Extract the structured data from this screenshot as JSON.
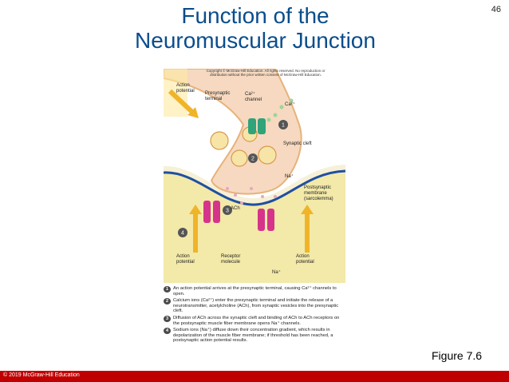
{
  "slide": {
    "title_line1": "Function of the",
    "title_line2": "Neuromuscular Junction",
    "number": "46",
    "figure_label": "Figure 7.6",
    "footer": "© 2019 McGraw-Hill Education"
  },
  "figure": {
    "copyright_line1": "Copyright © McGraw-Hill Education.  All rights reserved. No reproduction or",
    "copyright_line2": "distribution without the prior written consent of McGraw-Hill Education.",
    "labels": {
      "action_potential_top_1": "Action",
      "action_potential_top_2": "potential",
      "presynaptic_1": "Presynaptic",
      "presynaptic_2": "terminal",
      "ca_channel_1": "Ca²⁺",
      "ca_channel_2": "channel",
      "ca_ion": "Ca²⁺",
      "synaptic_cleft": "Synaptic cleft",
      "na_top": "Na⁺",
      "postsynaptic_1": "Postsynaptic",
      "postsynaptic_2": "membrane",
      "postsynaptic_3": "(sarcolemma)",
      "ach": "ACh",
      "action_left_1": "Action",
      "action_left_2": "potential",
      "receptor_1": "Receptor",
      "receptor_2": "molecule",
      "action_right_1": "Action",
      "action_right_2": "potential",
      "na_bottom": "Na⁺",
      "marker_1": "1",
      "marker_2": "2",
      "marker_3": "3",
      "marker_4": "4"
    },
    "steps": [
      {
        "num": "1",
        "text": "An action potential arrives at the presynaptic terminal, causing Ca²⁺ channels to open."
      },
      {
        "num": "2",
        "text": "Calcium ions (Ca²⁺) enter the presynaptic terminal and initiate the release of a neurotransmitter, acetylcholine (ACh), from synaptic vesicles into the presynaptic cleft."
      },
      {
        "num": "3",
        "text": "Diffusion of ACh across the synaptic cleft and binding of ACh to ACh receptors on the postsynaptic muscle fiber membrane opens Na⁺ channels."
      },
      {
        "num": "4",
        "text": "Sodium ions (Na⁺) diffuse down their concentration gradient, which results in depolarization of the muscle fiber membrane; if threshold has been reached, a postsynaptic action potential results."
      }
    ]
  }
}
